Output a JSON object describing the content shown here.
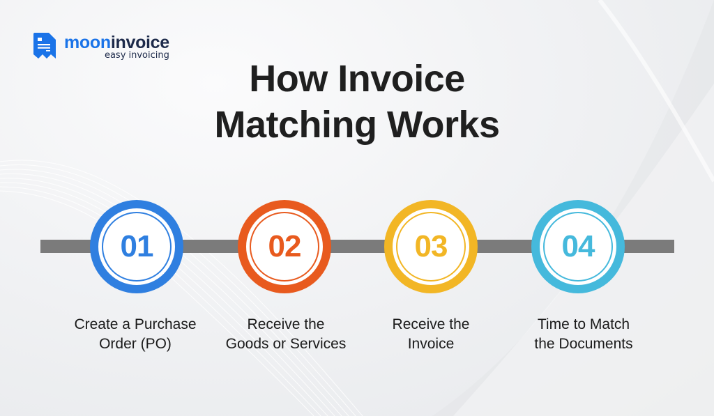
{
  "brand": {
    "name_part1": "moon",
    "name_part2": "invoice",
    "tagline": "easy invoicing",
    "primary_color": "#1a73e8",
    "dark_color": "#1d2a4a"
  },
  "title": {
    "line1": "How Invoice",
    "line2": "Matching Works"
  },
  "timeline": {
    "color": "#7b7b7b"
  },
  "steps": [
    {
      "number": "01",
      "color": "#2f7fe0",
      "label_line1": "Create a Purchase",
      "label_line2": "Order (PO)"
    },
    {
      "number": "02",
      "color": "#e85a1e",
      "label_line1": "Receive the",
      "label_line2": "Goods or Services"
    },
    {
      "number": "03",
      "color": "#f2b625",
      "label_line1": "Receive the",
      "label_line2": "Invoice"
    },
    {
      "number": "04",
      "color": "#45b9dc",
      "label_line1": "Time to Match",
      "label_line2": "the Documents"
    }
  ]
}
